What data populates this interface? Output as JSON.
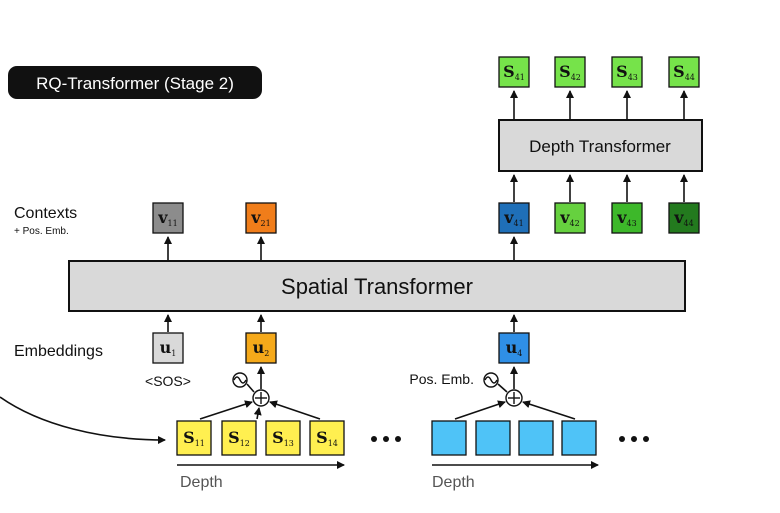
{
  "badge": {
    "label": "RQ-Transformer (Stage 2)"
  },
  "spatial_transformer": {
    "label": "Spatial Transformer"
  },
  "depth_transformer": {
    "label": "Depth Transformer"
  },
  "row_labels": {
    "contexts": "Contexts",
    "contexts_sub": "+ Pos. Emb.",
    "embeddings": "Embeddings"
  },
  "annotations": {
    "sos": "<SOS>",
    "pos_emb": "Pos. Emb.",
    "depth_left": "Depth",
    "depth_right": "Depth"
  },
  "tokens": {
    "output_s": [
      {
        "main": "S",
        "sub": "41",
        "color": "#76e34a"
      },
      {
        "main": "S",
        "sub": "42",
        "color": "#76e34a"
      },
      {
        "main": "S",
        "sub": "43",
        "color": "#76e34a"
      },
      {
        "main": "S",
        "sub": "44",
        "color": "#76e34a"
      }
    ],
    "contexts": [
      {
        "main": "v",
        "sub": "11",
        "color": "#8c8c8c"
      },
      {
        "main": "v",
        "sub": "21",
        "color": "#f07d1a"
      },
      {
        "main": "v",
        "sub": "41",
        "color": "#1f6fb8"
      },
      {
        "main": "v",
        "sub": "42",
        "color": "#66d13f"
      },
      {
        "main": "v",
        "sub": "43",
        "color": "#3db82a"
      },
      {
        "main": "v",
        "sub": "44",
        "color": "#237a1e"
      }
    ],
    "embeddings": [
      {
        "main": "u",
        "sub": "1",
        "color": "#d9d9d9"
      },
      {
        "main": "u",
        "sub": "2",
        "color": "#f5a91a"
      },
      {
        "main": "u",
        "sub": "4",
        "color": "#2f8fe6"
      }
    ],
    "input_s": [
      {
        "main": "S",
        "sub": "11",
        "color": "#ffef50"
      },
      {
        "main": "S",
        "sub": "12",
        "color": "#ffef50"
      },
      {
        "main": "S",
        "sub": "13",
        "color": "#ffef50"
      },
      {
        "main": "S",
        "sub": "14",
        "color": "#ffef50"
      }
    ],
    "blue_blocks_color": "#4fc3f7"
  }
}
